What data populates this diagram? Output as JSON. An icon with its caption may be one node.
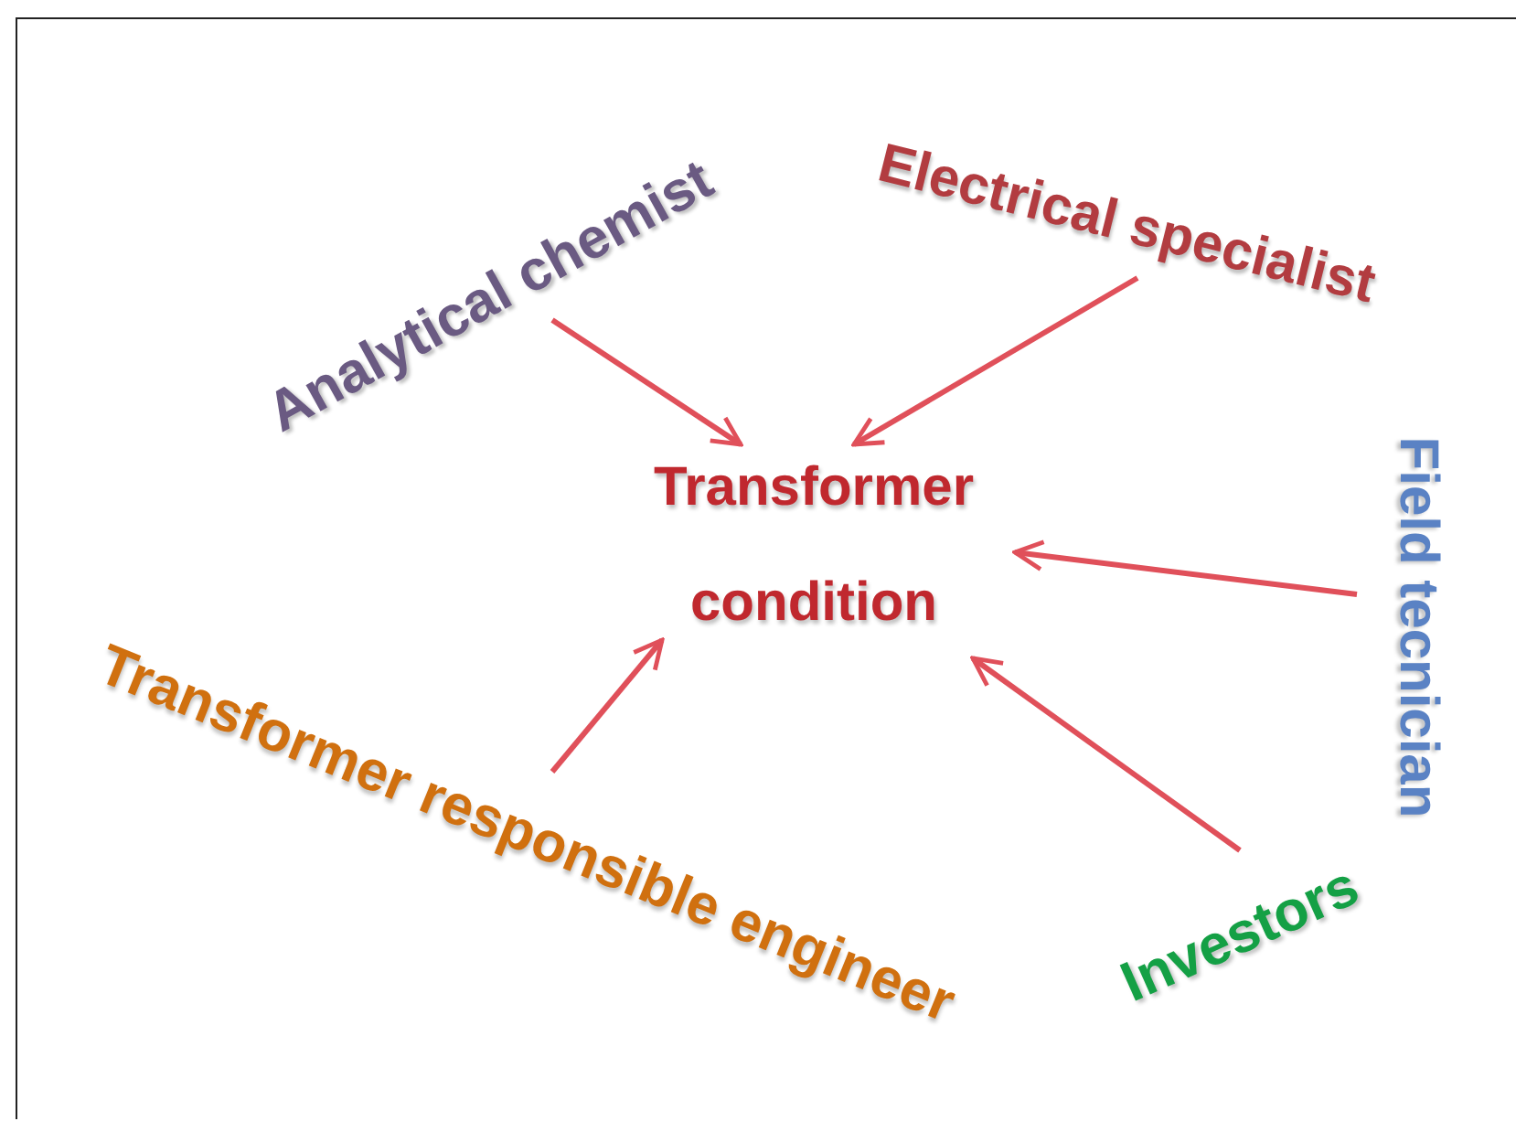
{
  "diagram": {
    "nodes": [
      {
        "text": [
          "Transformer condition"
        ]
      },
      {
        "text": [
          "Analytical chemist"
        ]
      },
      {
        "text": [
          "Electrical specialist"
        ]
      },
      {
        "text": [
          "Field tecnician"
        ]
      },
      {
        "text": [
          "Transformer responsible engineer"
        ]
      },
      {
        "text": [
          "Investors"
        ]
      }
    ],
    "edges": [
      {
        "from": 1,
        "to": 0,
        "arrow": "to"
      },
      {
        "from": 2,
        "to": 0,
        "arrow": "to"
      },
      {
        "from": 3,
        "to": 0,
        "arrow": "to"
      },
      {
        "from": 4,
        "to": 0,
        "arrow": "to"
      },
      {
        "from": 5,
        "to": 0,
        "arrow": "to"
      }
    ]
  }
}
